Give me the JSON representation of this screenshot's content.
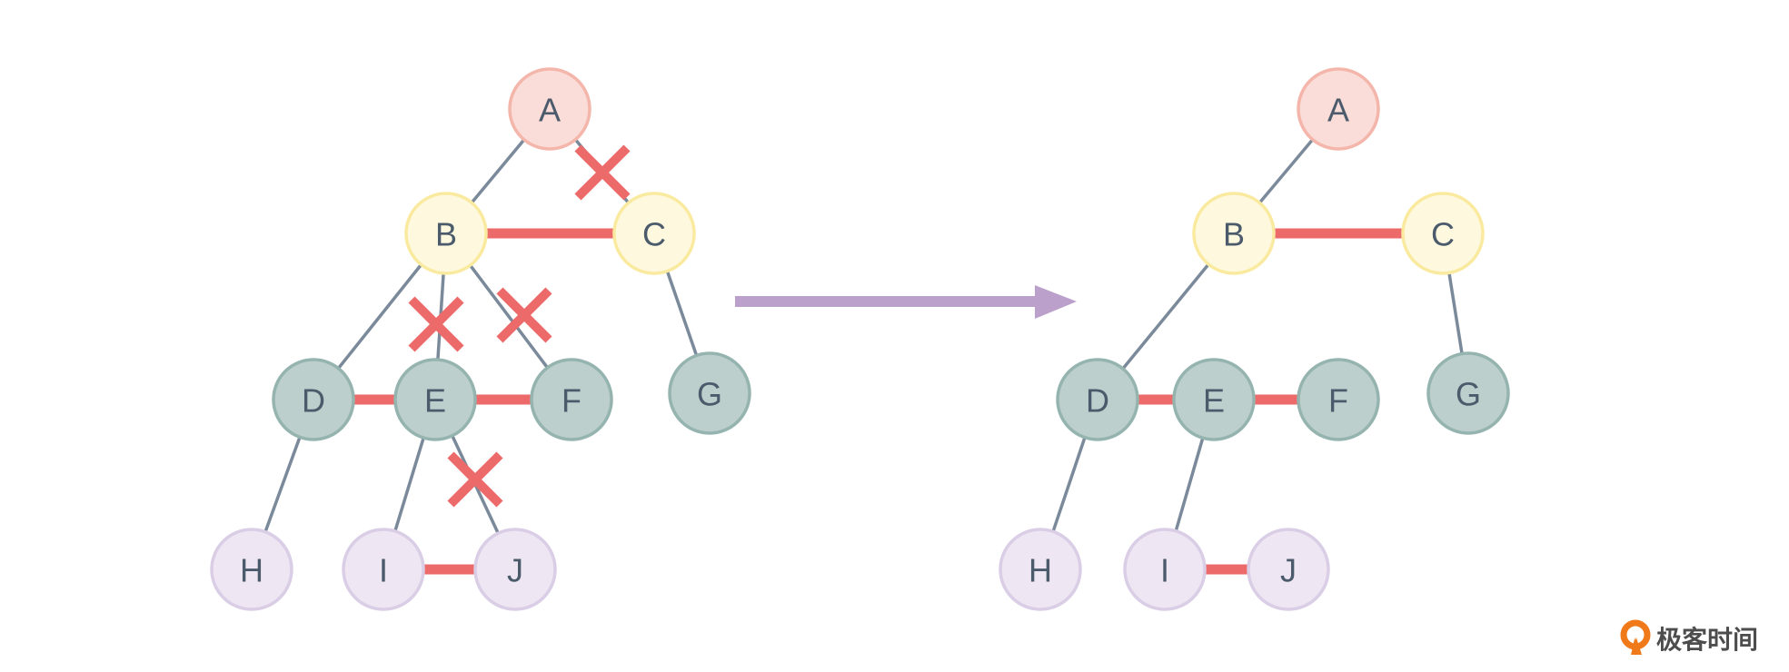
{
  "diagram": {
    "title": "Tree to linked-level structure transformation",
    "colors": {
      "tree_edge": "#7b8a9a",
      "level_link": "#ec6b6a",
      "cross_mark": "#ec6b6a",
      "arrow": "#bba0cb",
      "text": "#4b5b6c"
    },
    "level_styles": {
      "root": {
        "fill": "#fadcd8",
        "stroke": "#f4b6aa"
      },
      "level1": {
        "fill": "#fef9de",
        "stroke": "#faeaa0"
      },
      "level2": {
        "fill": "#bccfcc",
        "stroke": "#96b4af"
      },
      "level3": {
        "fill": "#eee6f2",
        "stroke": "#dacde6"
      }
    },
    "before": {
      "nodes": [
        {
          "id": "A",
          "label": "A",
          "level": "root"
        },
        {
          "id": "B",
          "label": "B",
          "level": "level1"
        },
        {
          "id": "C",
          "label": "C",
          "level": "level1"
        },
        {
          "id": "D",
          "label": "D",
          "level": "level2"
        },
        {
          "id": "E",
          "label": "E",
          "level": "level2"
        },
        {
          "id": "F",
          "label": "F",
          "level": "level2"
        },
        {
          "id": "G",
          "label": "G",
          "level": "level2"
        },
        {
          "id": "H",
          "label": "H",
          "level": "level3"
        },
        {
          "id": "I",
          "label": "I",
          "level": "level3"
        },
        {
          "id": "J",
          "label": "J",
          "level": "level3"
        }
      ],
      "tree_edges": [
        {
          "from": "A",
          "to": "B",
          "removed": false
        },
        {
          "from": "A",
          "to": "C",
          "removed": true
        },
        {
          "from": "B",
          "to": "D",
          "removed": false
        },
        {
          "from": "B",
          "to": "E",
          "removed": true
        },
        {
          "from": "B",
          "to": "F",
          "removed": true
        },
        {
          "from": "C",
          "to": "G",
          "removed": false
        },
        {
          "from": "D",
          "to": "H",
          "removed": false
        },
        {
          "from": "E",
          "to": "I",
          "removed": false
        },
        {
          "from": "E",
          "to": "J",
          "removed": true
        }
      ],
      "level_links": [
        {
          "from": "B",
          "to": "C"
        },
        {
          "from": "D",
          "to": "E"
        },
        {
          "from": "E",
          "to": "F"
        },
        {
          "from": "I",
          "to": "J"
        }
      ]
    },
    "after": {
      "nodes": [
        {
          "id": "A",
          "label": "A",
          "level": "root"
        },
        {
          "id": "B",
          "label": "B",
          "level": "level1"
        },
        {
          "id": "C",
          "label": "C",
          "level": "level1"
        },
        {
          "id": "D",
          "label": "D",
          "level": "level2"
        },
        {
          "id": "E",
          "label": "E",
          "level": "level2"
        },
        {
          "id": "F",
          "label": "F",
          "level": "level2"
        },
        {
          "id": "G",
          "label": "G",
          "level": "level2"
        },
        {
          "id": "H",
          "label": "H",
          "level": "level3"
        },
        {
          "id": "I",
          "label": "I",
          "level": "level3"
        },
        {
          "id": "J",
          "label": "J",
          "level": "level3"
        }
      ],
      "tree_edges": [
        {
          "from": "A",
          "to": "B"
        },
        {
          "from": "B",
          "to": "D"
        },
        {
          "from": "C",
          "to": "G"
        },
        {
          "from": "D",
          "to": "H"
        },
        {
          "from": "E",
          "to": "I"
        }
      ],
      "level_links": [
        {
          "from": "B",
          "to": "C"
        },
        {
          "from": "D",
          "to": "E"
        },
        {
          "from": "E",
          "to": "F"
        },
        {
          "from": "I",
          "to": "J"
        }
      ]
    }
  },
  "logo": {
    "text": "极客时间",
    "icon": "geektime-logo-icon",
    "color": "#f07a1a"
  }
}
